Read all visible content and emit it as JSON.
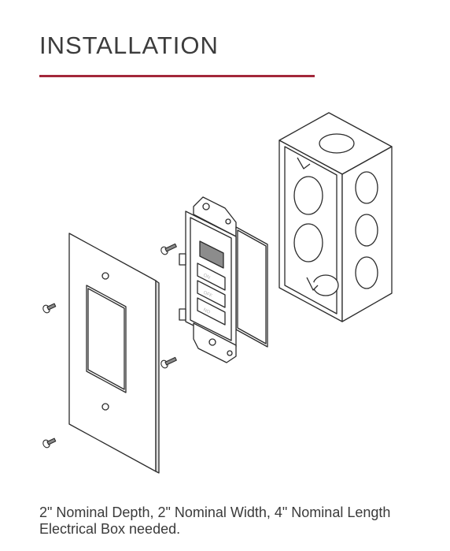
{
  "header": {
    "title": "INSTALLATION",
    "accent_color": "#a3273a"
  },
  "figure": {
    "icons": [
      "cover-plate-icon",
      "screw-icon",
      "keypad-switch-icon",
      "electrical-box-icon"
    ],
    "keypad_buttons": [
      "ON",
      "OFF",
      "NO"
    ]
  },
  "caption": {
    "text": "2\" Nominal Depth, 2\" Nominal Width, 4\" Nominal Length Electrical Box needed."
  }
}
